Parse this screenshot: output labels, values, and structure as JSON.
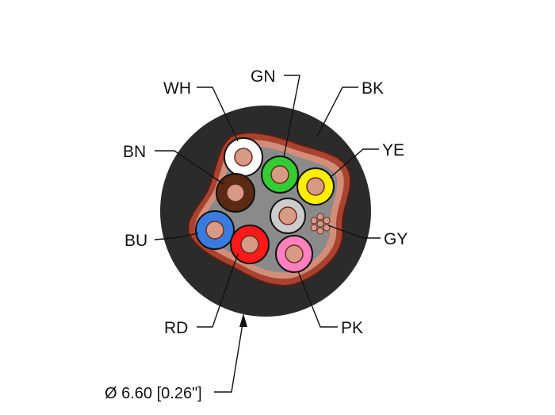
{
  "labels": {
    "wh": "WH",
    "gn": "GN",
    "bk": "BK",
    "bn": "BN",
    "ye": "YE",
    "bu": "BU",
    "gy": "GY",
    "rd": "RD",
    "pk": "PK"
  },
  "dimension": "Ø 6.60 [0.26\"]",
  "colors": {
    "jacket": "#2b2b2b",
    "filler": "#8a8a8a",
    "shield": "#a8432f",
    "copper": "#d79a85",
    "wh": "#ffffff",
    "gn": "#33cc33",
    "ye": "#ffee00",
    "bn": "#5a2a12",
    "bu": "#3a7be0",
    "rd": "#ff1a1a",
    "gy": "#cccccc",
    "pk": "#ff80c0"
  }
}
